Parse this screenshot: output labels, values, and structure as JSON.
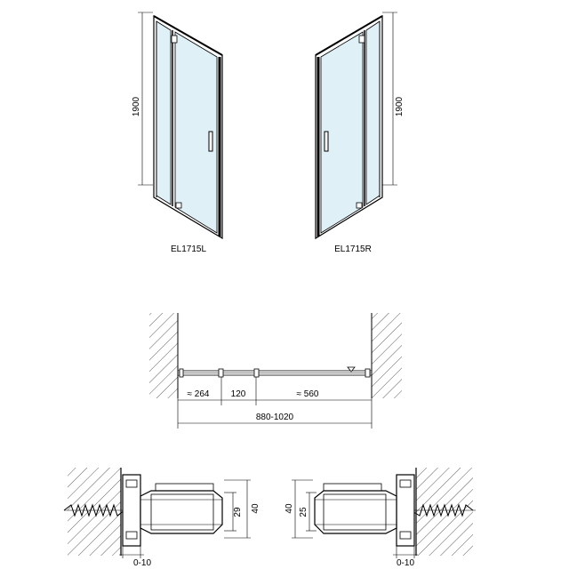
{
  "labels": {
    "left_door": "EL1715L",
    "right_door": "EL1715R"
  },
  "dimensions": {
    "left_height": "1900",
    "right_height": "1900",
    "seg_a": "≈ 264",
    "seg_b": "120",
    "seg_c": "≈ 560",
    "total_width": "880-1020",
    "detail_left_29": "29",
    "detail_left_40": "40",
    "detail_left_range": "0-10",
    "detail_right_40": "40",
    "detail_right_25": "25",
    "detail_right_range": "0-10"
  }
}
